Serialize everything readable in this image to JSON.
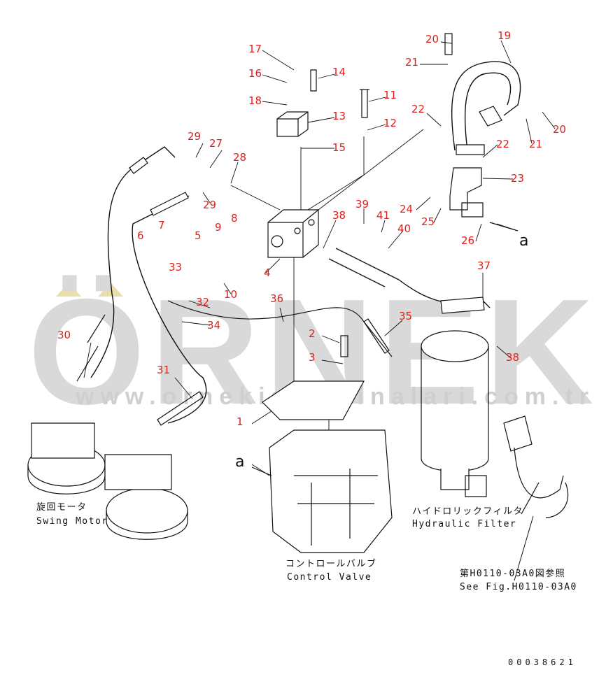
{
  "watermark": {
    "brand": "ÖRNEK",
    "url": "www.ornekismakinalari.com.tr"
  },
  "callouts": [
    "17",
    "16",
    "18",
    "14",
    "11",
    "13",
    "12",
    "15",
    "20",
    "19",
    "21",
    "22",
    "22",
    "20",
    "21",
    "23",
    "24",
    "25",
    "26",
    "a",
    "29",
    "27",
    "28",
    "29",
    "38",
    "39",
    "41",
    "40",
    "37",
    "7",
    "5",
    "9",
    "8",
    "6",
    "33",
    "4",
    "10",
    "32",
    "34",
    "36",
    "2",
    "35",
    "3",
    "38",
    "30",
    "31",
    "1",
    "a"
  ],
  "labels": {
    "swing_motor_jp": "旋回モータ",
    "swing_motor_en": "Swing Motor",
    "control_valve_jp": "コントロールバルブ",
    "control_valve_en": "Control Valve",
    "hydraulic_filter_jp": "ハイドロリックフィルタ",
    "hydraulic_filter_en": "Hydraulic Filter",
    "see_fig_jp": "第H0110-03A0図参照",
    "see_fig_en": "See Fig.H0110-03A0"
  },
  "document_number": "00038621",
  "colors": {
    "callout": "#e0201c",
    "watermark": "#d9d9d9",
    "line": "#111111"
  }
}
